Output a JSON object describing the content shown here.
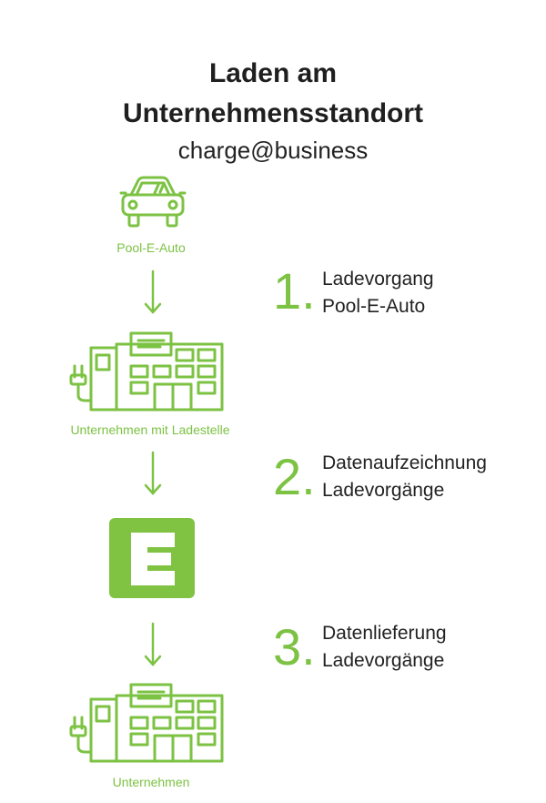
{
  "header": {
    "title_line1": "Laden am",
    "title_line2": "Unternehmensstandort",
    "subtitle": "charge@business"
  },
  "flow": {
    "nodes": [
      {
        "label": "Pool-E-Auto",
        "icon": "car-icon"
      },
      {
        "label": "Unternehmen mit Ladestelle",
        "icon": "building-charger-icon"
      },
      {
        "label": "",
        "icon": "energie-logo-icon"
      },
      {
        "label": "Unternehmen",
        "icon": "building-charger-icon"
      }
    ]
  },
  "steps": [
    {
      "number": "1.",
      "line1": "Ladevorgang",
      "line2": "Pool-E-Auto"
    },
    {
      "number": "2.",
      "line1": "Datenaufzeichnung",
      "line2": "Ladevorgänge"
    },
    {
      "number": "3.",
      "line1": "Datenlieferung",
      "line2": "Ladevorgänge"
    }
  ],
  "colors": {
    "accent": "#7cc243",
    "text": "#222222",
    "background": "#ffffff"
  }
}
